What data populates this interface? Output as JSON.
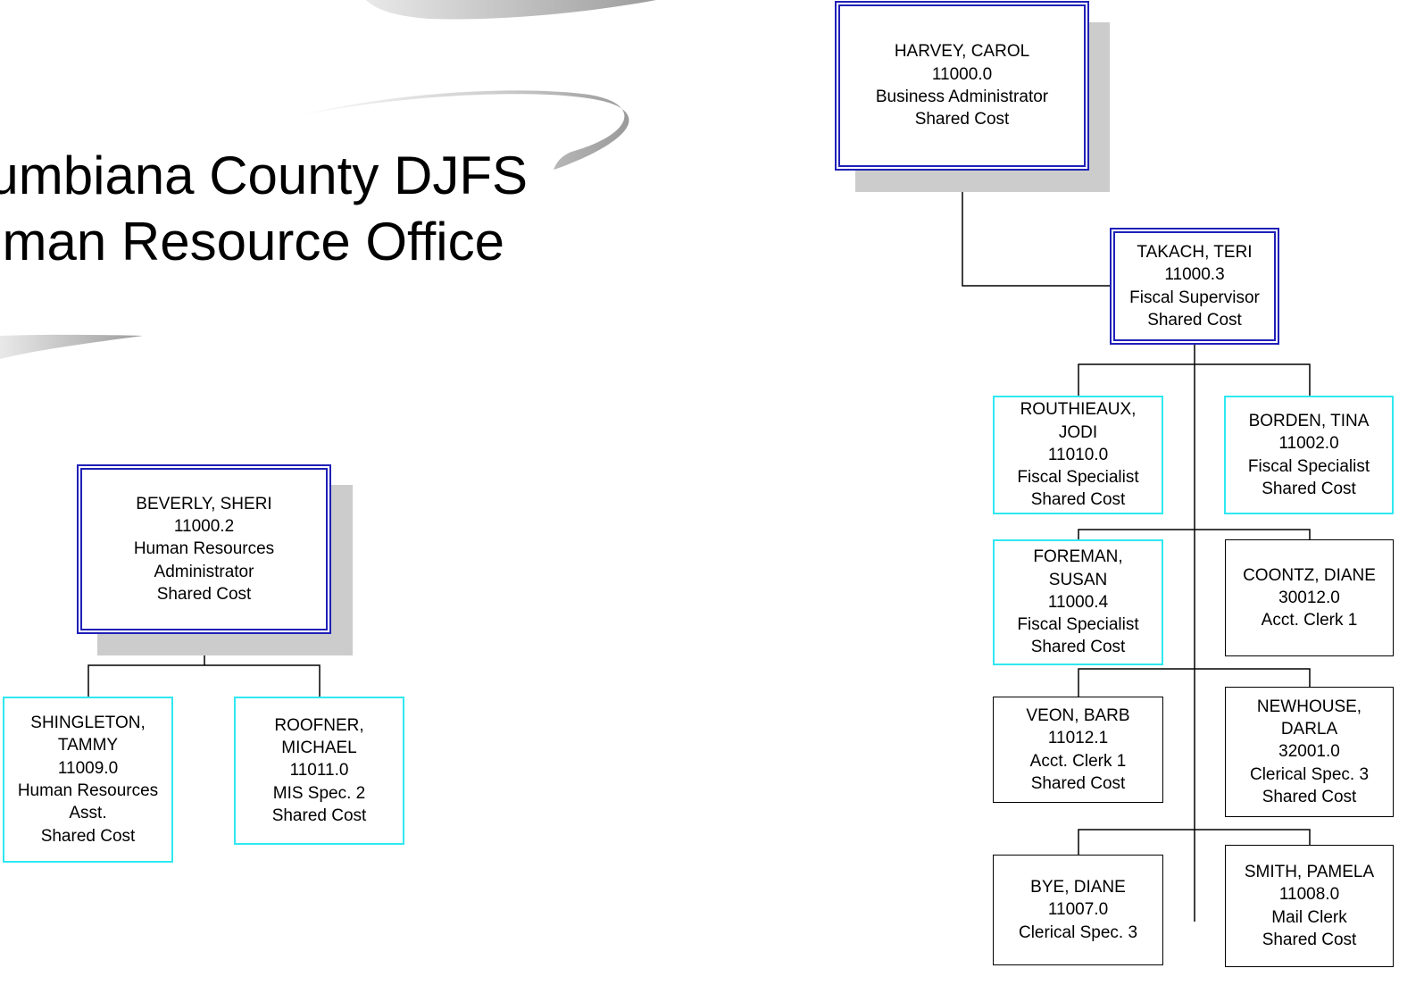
{
  "header": {
    "title_line_1": "Columbiana County DJFS",
    "title_line_2": "Human Resource Office"
  },
  "colors": {
    "double_border": "#2020b8",
    "cyan_border": "#2fe8f0",
    "shadow": "#cccccc",
    "connector": "#000000"
  },
  "nodes": {
    "harvey": {
      "name": "HARVEY, CAROL",
      "number": "11000.0",
      "title": "Business Administrator",
      "funding": "Shared Cost"
    },
    "takach": {
      "name": "TAKACH, TERI",
      "number": "11000.3",
      "title": "Fiscal Supervisor",
      "funding": "Shared Cost"
    },
    "routhieaux": {
      "name": "ROUTHIEAUX, JODI",
      "number": "11010.0",
      "title": "Fiscal Specialist",
      "funding": "Shared Cost"
    },
    "borden": {
      "name": "BORDEN, TINA",
      "number": "11002.0",
      "title": "Fiscal Specialist",
      "funding": "Shared Cost"
    },
    "foreman": {
      "name": "FOREMAN, SUSAN",
      "number": "11000.4",
      "title": "Fiscal Specialist",
      "funding": "Shared Cost"
    },
    "coontz": {
      "name": "COONTZ, DIANE",
      "number": "30012.0",
      "title": "Acct. Clerk 1",
      "funding": ""
    },
    "veon": {
      "name": "VEON, BARB",
      "number": "11012.1",
      "title": "Acct. Clerk 1",
      "funding": "Shared Cost"
    },
    "newhouse": {
      "name": "NEWHOUSE, DARLA",
      "number": "32001.0",
      "title": "Clerical Spec. 3",
      "funding": "Shared Cost"
    },
    "bye": {
      "name": "BYE, DIANE",
      "number": "11007.0",
      "title": "Clerical Spec. 3",
      "funding": ""
    },
    "smith": {
      "name": "SMITH, PAMELA",
      "number": "11008.0",
      "title": "Mail Clerk",
      "funding": "Shared Cost"
    },
    "beverly": {
      "name": "BEVERLY, SHERI",
      "number": "11000.2",
      "title": "Human Resources Administrator",
      "funding": "Shared Cost"
    },
    "shingleton": {
      "name": "SHINGLETON, TAMMY",
      "number": "11009.0",
      "title": "Human Resources Asst.",
      "funding": "Shared Cost"
    },
    "roofner": {
      "name": "ROOFNER, MICHAEL",
      "number": "11011.0",
      "title": "MIS Spec. 2",
      "funding": "Shared Cost"
    }
  }
}
